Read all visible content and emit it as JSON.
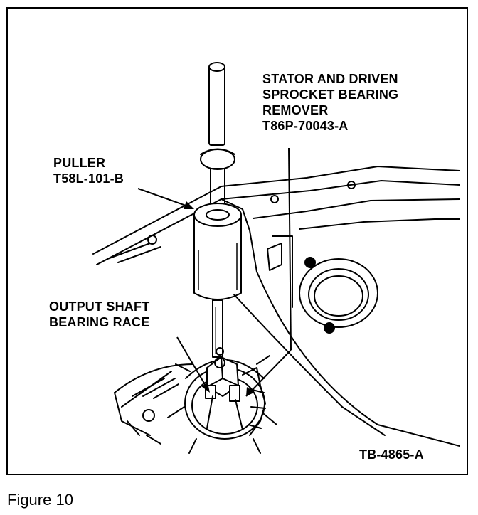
{
  "diagram": {
    "labels": {
      "stator_remover": {
        "line1": "STATOR AND DRIVEN",
        "line2": "SPROCKET BEARING",
        "line3": "REMOVER",
        "line4": "T86P-70043-A"
      },
      "puller": {
        "line1": "PULLER",
        "line2": "T58L-101-B"
      },
      "output_shaft": {
        "line1": "OUTPUT SHAFT",
        "line2": "BEARING RACE"
      },
      "figure_id": "TB-4865-A"
    }
  },
  "caption": "Figure 10"
}
